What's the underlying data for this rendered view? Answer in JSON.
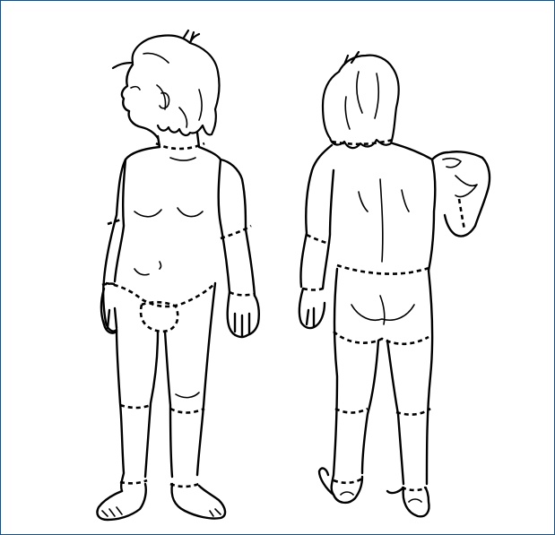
{
  "figure": {
    "frame_color": "#1f4e79",
    "line_color": "#000000",
    "background": "#ffffff",
    "views": [
      "front",
      "back"
    ],
    "regions_marked": [
      "head-neck",
      "upper-arm",
      "forearm",
      "hand",
      "trunk",
      "buttocks",
      "genitalia",
      "thigh",
      "lower-leg",
      "foot"
    ]
  }
}
